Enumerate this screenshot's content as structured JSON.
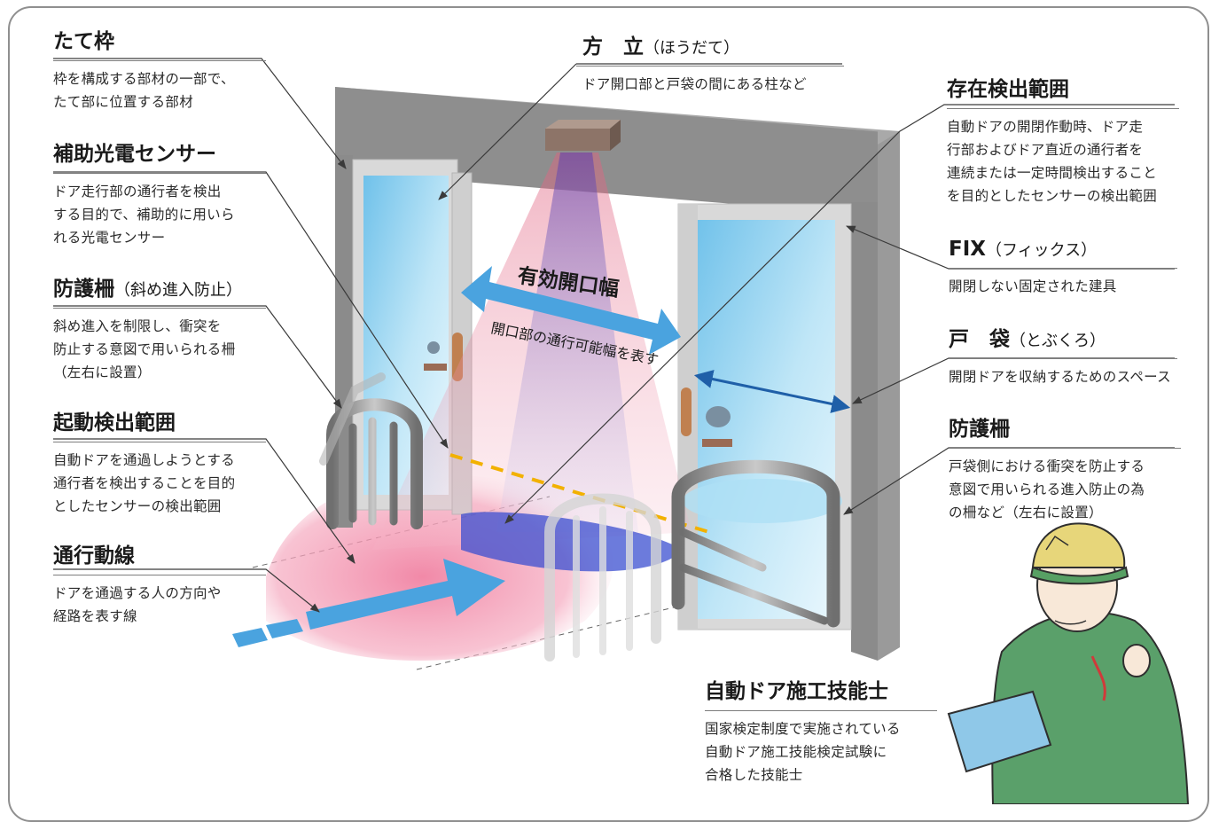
{
  "callouts": {
    "tatewaku": {
      "title": "たて枠",
      "desc": "枠を構成する部材の一部で、\nたて部に位置する部材"
    },
    "hojo": {
      "title": "補助光電センサー",
      "desc": "ドア走行部の通行者を検出\nする目的で、補助的に用いら\nれる光電センサー"
    },
    "bougo_l": {
      "title": "防護柵",
      "title_sub": "（斜め進入防止）",
      "desc": "斜め進入を制限し、衝突を\n防止する意図で用いられる柵\n（左右に設置）"
    },
    "kidou": {
      "title": "起動検出範囲",
      "desc": "自動ドアを通過しようとする\n通行者を検出することを目的\nとしたセンサーの検出範囲"
    },
    "tsukou": {
      "title": "通行動線",
      "desc": "ドアを通過する人の方向や\n経路を表す線"
    },
    "houdate": {
      "title": "方　立",
      "title_sub": "（ほうだて）",
      "desc": "ドア開口部と戸袋の間にある柱など"
    },
    "sonzai": {
      "title": "存在検出範囲",
      "desc": "自動ドアの開閉作動時、ドア走\n行部およびドア直近の通行者を\n連続または一定時間検出すること\nを目的としたセンサーの検出範囲"
    },
    "fix": {
      "title": "FIX",
      "title_sub": "（フィックス）",
      "desc": "開閉しない固定された建具"
    },
    "tobukuro": {
      "title": "戸　袋",
      "title_sub": "（とぶくろ）",
      "desc": "開閉ドアを収納するためのスペース"
    },
    "bougo_r": {
      "title": "防護柵",
      "desc": "戸袋側における衝突を防止する\n意図で用いられる進入防止の為\nの柵など（左右に設置）"
    },
    "ginoushi": {
      "title": "自動ドア施工技能士",
      "desc": "国家検定制度で実施されている\n自動ドア施工技能検定試験に\n合格した技能士"
    }
  },
  "diagram": {
    "opening_label": "有効開口幅",
    "opening_sub": "開口部の通行可能幅を表す"
  },
  "colors": {
    "accent_blue": "#4aa3df",
    "arrow_dark_blue": "#1f5fa8",
    "detect_pink": "#f2a0b8",
    "presence_blue": "#3b4fd0",
    "frame_gray": "#8e8e8e",
    "sensor_yellow": "#f2b100"
  },
  "icons": [
    "door-frame-icon",
    "sensor-box-icon",
    "guard-rail-icon",
    "worker-illustration-icon"
  ]
}
